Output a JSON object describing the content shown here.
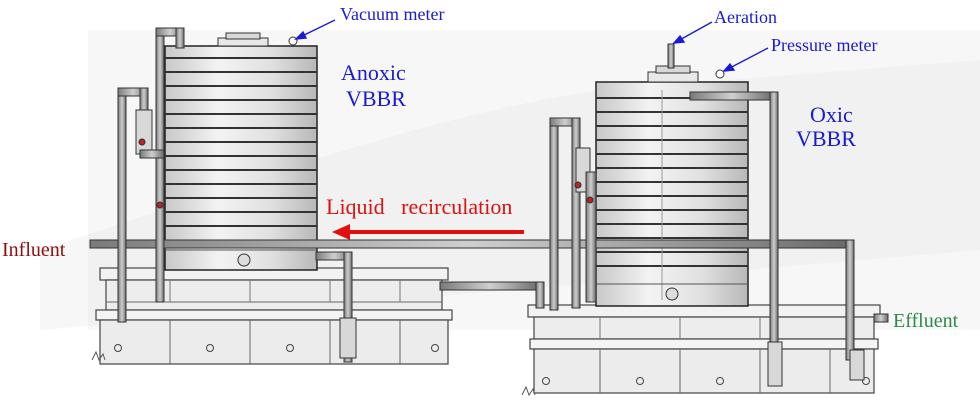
{
  "labels": {
    "vacuum_meter": "Vacuum meter",
    "aeration": "Aeration",
    "pressure_meter": "Pressure meter",
    "anoxic_line1": "Anoxic",
    "anoxic_line2": "VBBR",
    "oxic_line1": "Oxic",
    "oxic_line2": "VBBR",
    "liquid_recirculation": "Liquid   recirculation",
    "influent": "Influent",
    "effluent": "Effluent"
  },
  "colors": {
    "annotation_blue": "#1a1ad6",
    "recirculation_red": "#e01010",
    "influent_dark_red": "#8b1010",
    "effluent_green": "#2f8a4a"
  }
}
